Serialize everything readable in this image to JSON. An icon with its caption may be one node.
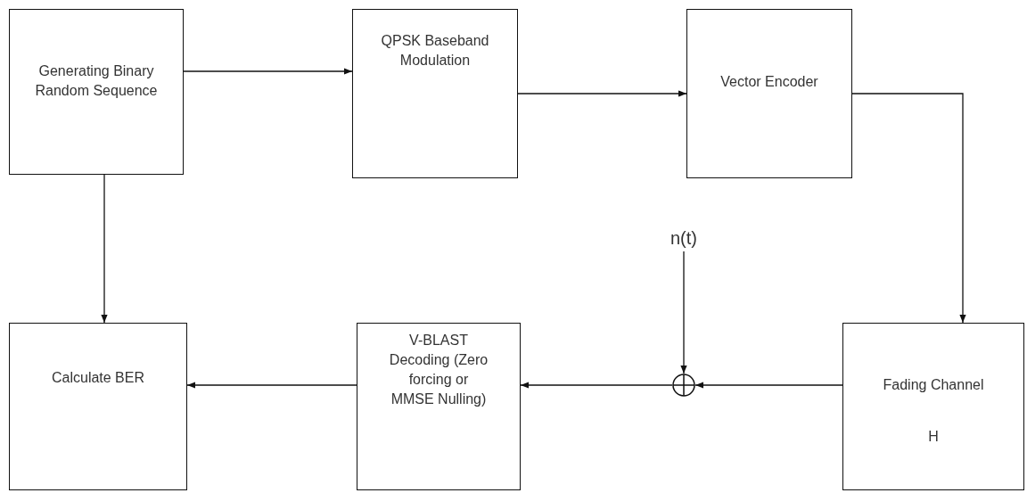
{
  "diagram": {
    "nodes": [
      {
        "text": [
          "Generating Binary Random Sequence"
        ]
      },
      {
        "text": [
          "QPSK Baseband Modulation"
        ]
      },
      {
        "text": [
          "Vector Encoder"
        ]
      },
      {
        "text": [
          "Fading Channel",
          "H"
        ]
      },
      {
        "text": [
          "V-BLAST Decoding (Zero forcing or MMSE Nulling)"
        ]
      },
      {
        "text": [
          "Calculate BER"
        ]
      },
      {
        "text": [
          "n(t)"
        ]
      },
      {
        "text": [],
        "shape": "circle"
      }
    ],
    "edges": [
      {
        "from": 0,
        "to": 1,
        "arrow": "to"
      },
      {
        "from": 1,
        "to": 2,
        "arrow": "to"
      },
      {
        "from": 2,
        "to": 3,
        "arrow": "to"
      },
      {
        "from": 6,
        "to": 7,
        "arrow": "to"
      },
      {
        "from": 3,
        "to": 7,
        "arrow": "to"
      },
      {
        "from": 7,
        "to": 4,
        "arrow": "to"
      },
      {
        "from": 4,
        "to": 5,
        "arrow": "to"
      },
      {
        "from": 0,
        "to": 5,
        "arrow": "to"
      }
    ]
  }
}
